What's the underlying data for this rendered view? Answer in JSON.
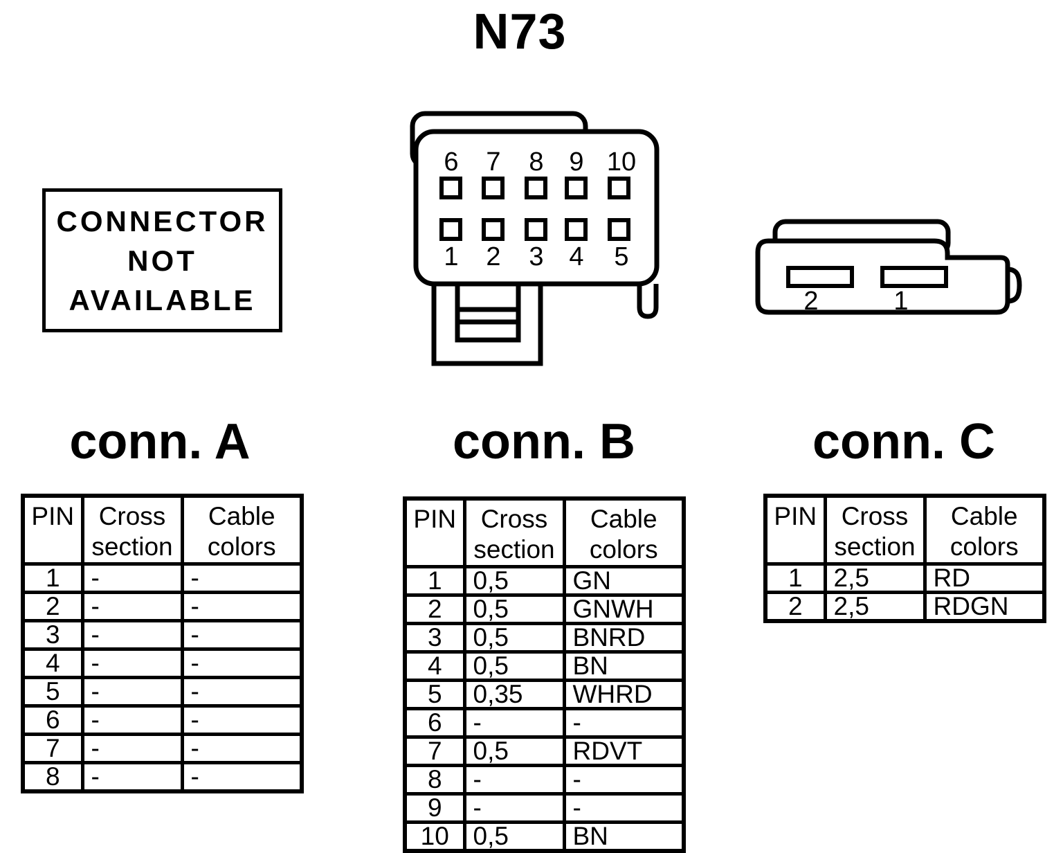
{
  "page": {
    "title": "N73",
    "background_color": "#ffffff",
    "line_color": "#000000"
  },
  "notice_box": {
    "lines": [
      "CONNECTOR",
      "NOT",
      "AVAILABLE"
    ]
  },
  "connector_b_diagram": {
    "top_row_pins": [
      "6",
      "7",
      "8",
      "9",
      "10"
    ],
    "bottom_row_pins": [
      "1",
      "2",
      "3",
      "4",
      "5"
    ]
  },
  "connector_c_diagram": {
    "slot_labels": [
      "2",
      "1"
    ]
  },
  "tables": [
    {
      "id": "A",
      "title": "conn. A",
      "headers": [
        "PIN",
        "Cross section",
        "Cable colors"
      ],
      "rows": [
        [
          "1",
          "-",
          "-"
        ],
        [
          "2",
          "-",
          "-"
        ],
        [
          "3",
          "-",
          "-"
        ],
        [
          "4",
          "-",
          "-"
        ],
        [
          "5",
          "-",
          "-"
        ],
        [
          "6",
          "-",
          "-"
        ],
        [
          "7",
          "-",
          "-"
        ],
        [
          "8",
          "-",
          "-"
        ]
      ]
    },
    {
      "id": "B",
      "title": "conn. B",
      "headers": [
        "PIN",
        "Cross section",
        "Cable colors"
      ],
      "rows": [
        [
          "1",
          "0,5",
          "GN"
        ],
        [
          "2",
          "0,5",
          "GNWH"
        ],
        [
          "3",
          "0,5",
          "BNRD"
        ],
        [
          "4",
          "0,5",
          "BN"
        ],
        [
          "5",
          "0,35",
          "WHRD"
        ],
        [
          "6",
          "-",
          "-"
        ],
        [
          "7",
          "0,5",
          "RDVT"
        ],
        [
          "8",
          "-",
          "-"
        ],
        [
          "9",
          "-",
          "-"
        ],
        [
          "10",
          "0,5",
          "BN"
        ]
      ]
    },
    {
      "id": "C",
      "title": "conn. C",
      "headers": [
        "PIN",
        "Cross section",
        "Cable colors"
      ],
      "rows": [
        [
          "1",
          "2,5",
          "RD"
        ],
        [
          "2",
          "2,5",
          "RDGN"
        ]
      ]
    }
  ]
}
